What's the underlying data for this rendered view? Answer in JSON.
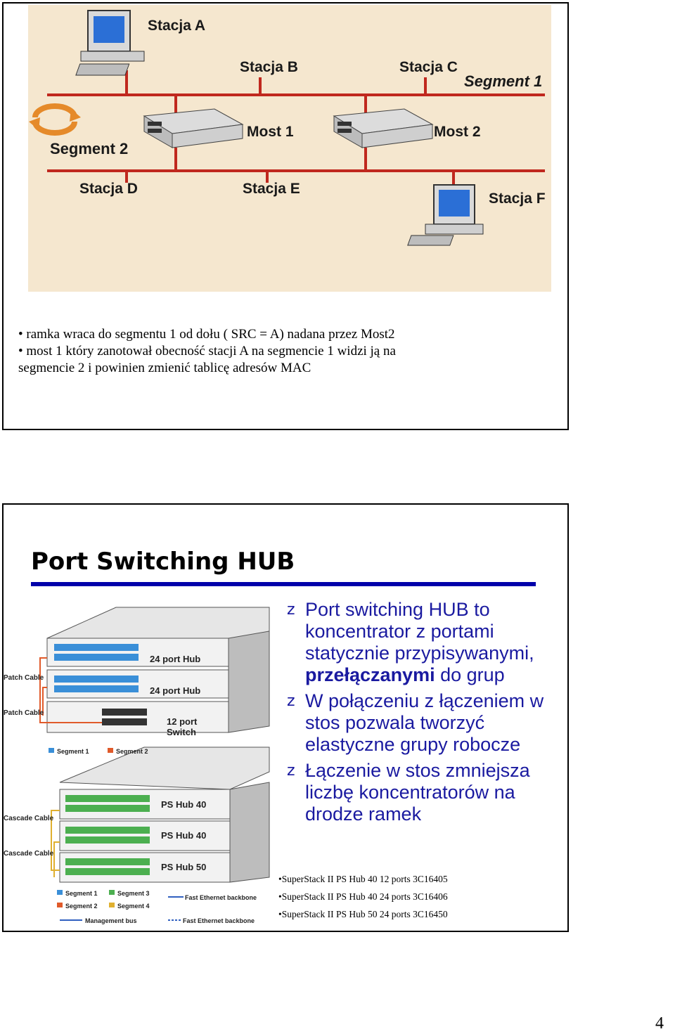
{
  "slide1": {
    "diagram": {
      "station_a": "Stacja A",
      "station_b": "Stacja B",
      "station_c": "Stacja C",
      "station_d": "Stacja D",
      "station_e": "Stacja E",
      "station_f": "Stacja F",
      "bridge_1": "Most 1",
      "bridge_2": "Most 2",
      "segment_1": "Segment 1",
      "segment_2": "Segment 2"
    },
    "notes": [
      "• ramka wraca do segmentu 1 od dołu ( SRC = A) nadana przez Most2",
      "• most 1 który zanotował obecność stacji A na segmencie 1 widzi ją na",
      "segmencie 2  i powinien zmienić tablicę adresów MAC"
    ]
  },
  "slide2": {
    "title": "Port Switching HUB",
    "bullet_marker": "z",
    "bullets": [
      {
        "pre": "Port switching HUB to koncentrator z portami statycznie przypisywanymi, ",
        "bold": "przełączanymi",
        "post": " do grup"
      },
      {
        "pre": "W połączeniu z łączeniem w stos pozwala tworzyć elastyczne grupy robocze",
        "bold": "",
        "post": ""
      },
      {
        "pre": "Łączenie w stos zmniejsza liczbę koncentratorów na drodze ramek",
        "bold": "",
        "post": ""
      }
    ],
    "figure": {
      "hub_top_1": "24 port Hub",
      "hub_top_2": "24 port Hub",
      "switch_12_a": "12 port",
      "switch_12_b": "Switch",
      "patch_cable_1": "Patch Cable",
      "patch_cable_2": "Patch Cable",
      "legend_seg1": "Segment 1",
      "legend_seg2": "Segment 2",
      "ps_hub_40a": "PS Hub 40",
      "ps_hub_40b": "PS Hub 40",
      "ps_hub_50": "PS Hub 50",
      "cascade_cable_1": "Cascade Cable",
      "cascade_cable_2": "Cascade Cable",
      "leg_segment1": "Segment 1",
      "leg_segment2": "Segment 2",
      "leg_segment3": "Segment 3",
      "leg_segment4": "Segment 4",
      "leg_mgmt": "Management bus",
      "leg_feb": "Fast Ethernet backbone",
      "leg_feb2": "Fast Ethernet backbone"
    },
    "references": [
      "•SuperStack II PS Hub 40 12 ports 3C16405",
      "•SuperStack II PS Hub 40 24 ports 3C16406",
      "•SuperStack II PS Hub 50 24 ports 3C16450"
    ]
  },
  "page_number": "4",
  "colors": {
    "diagram_bg": "#f5e7cf",
    "segment_line": "#c0281e",
    "title_rule": "#0000aa",
    "bullet_text": "#1a1aa0"
  }
}
